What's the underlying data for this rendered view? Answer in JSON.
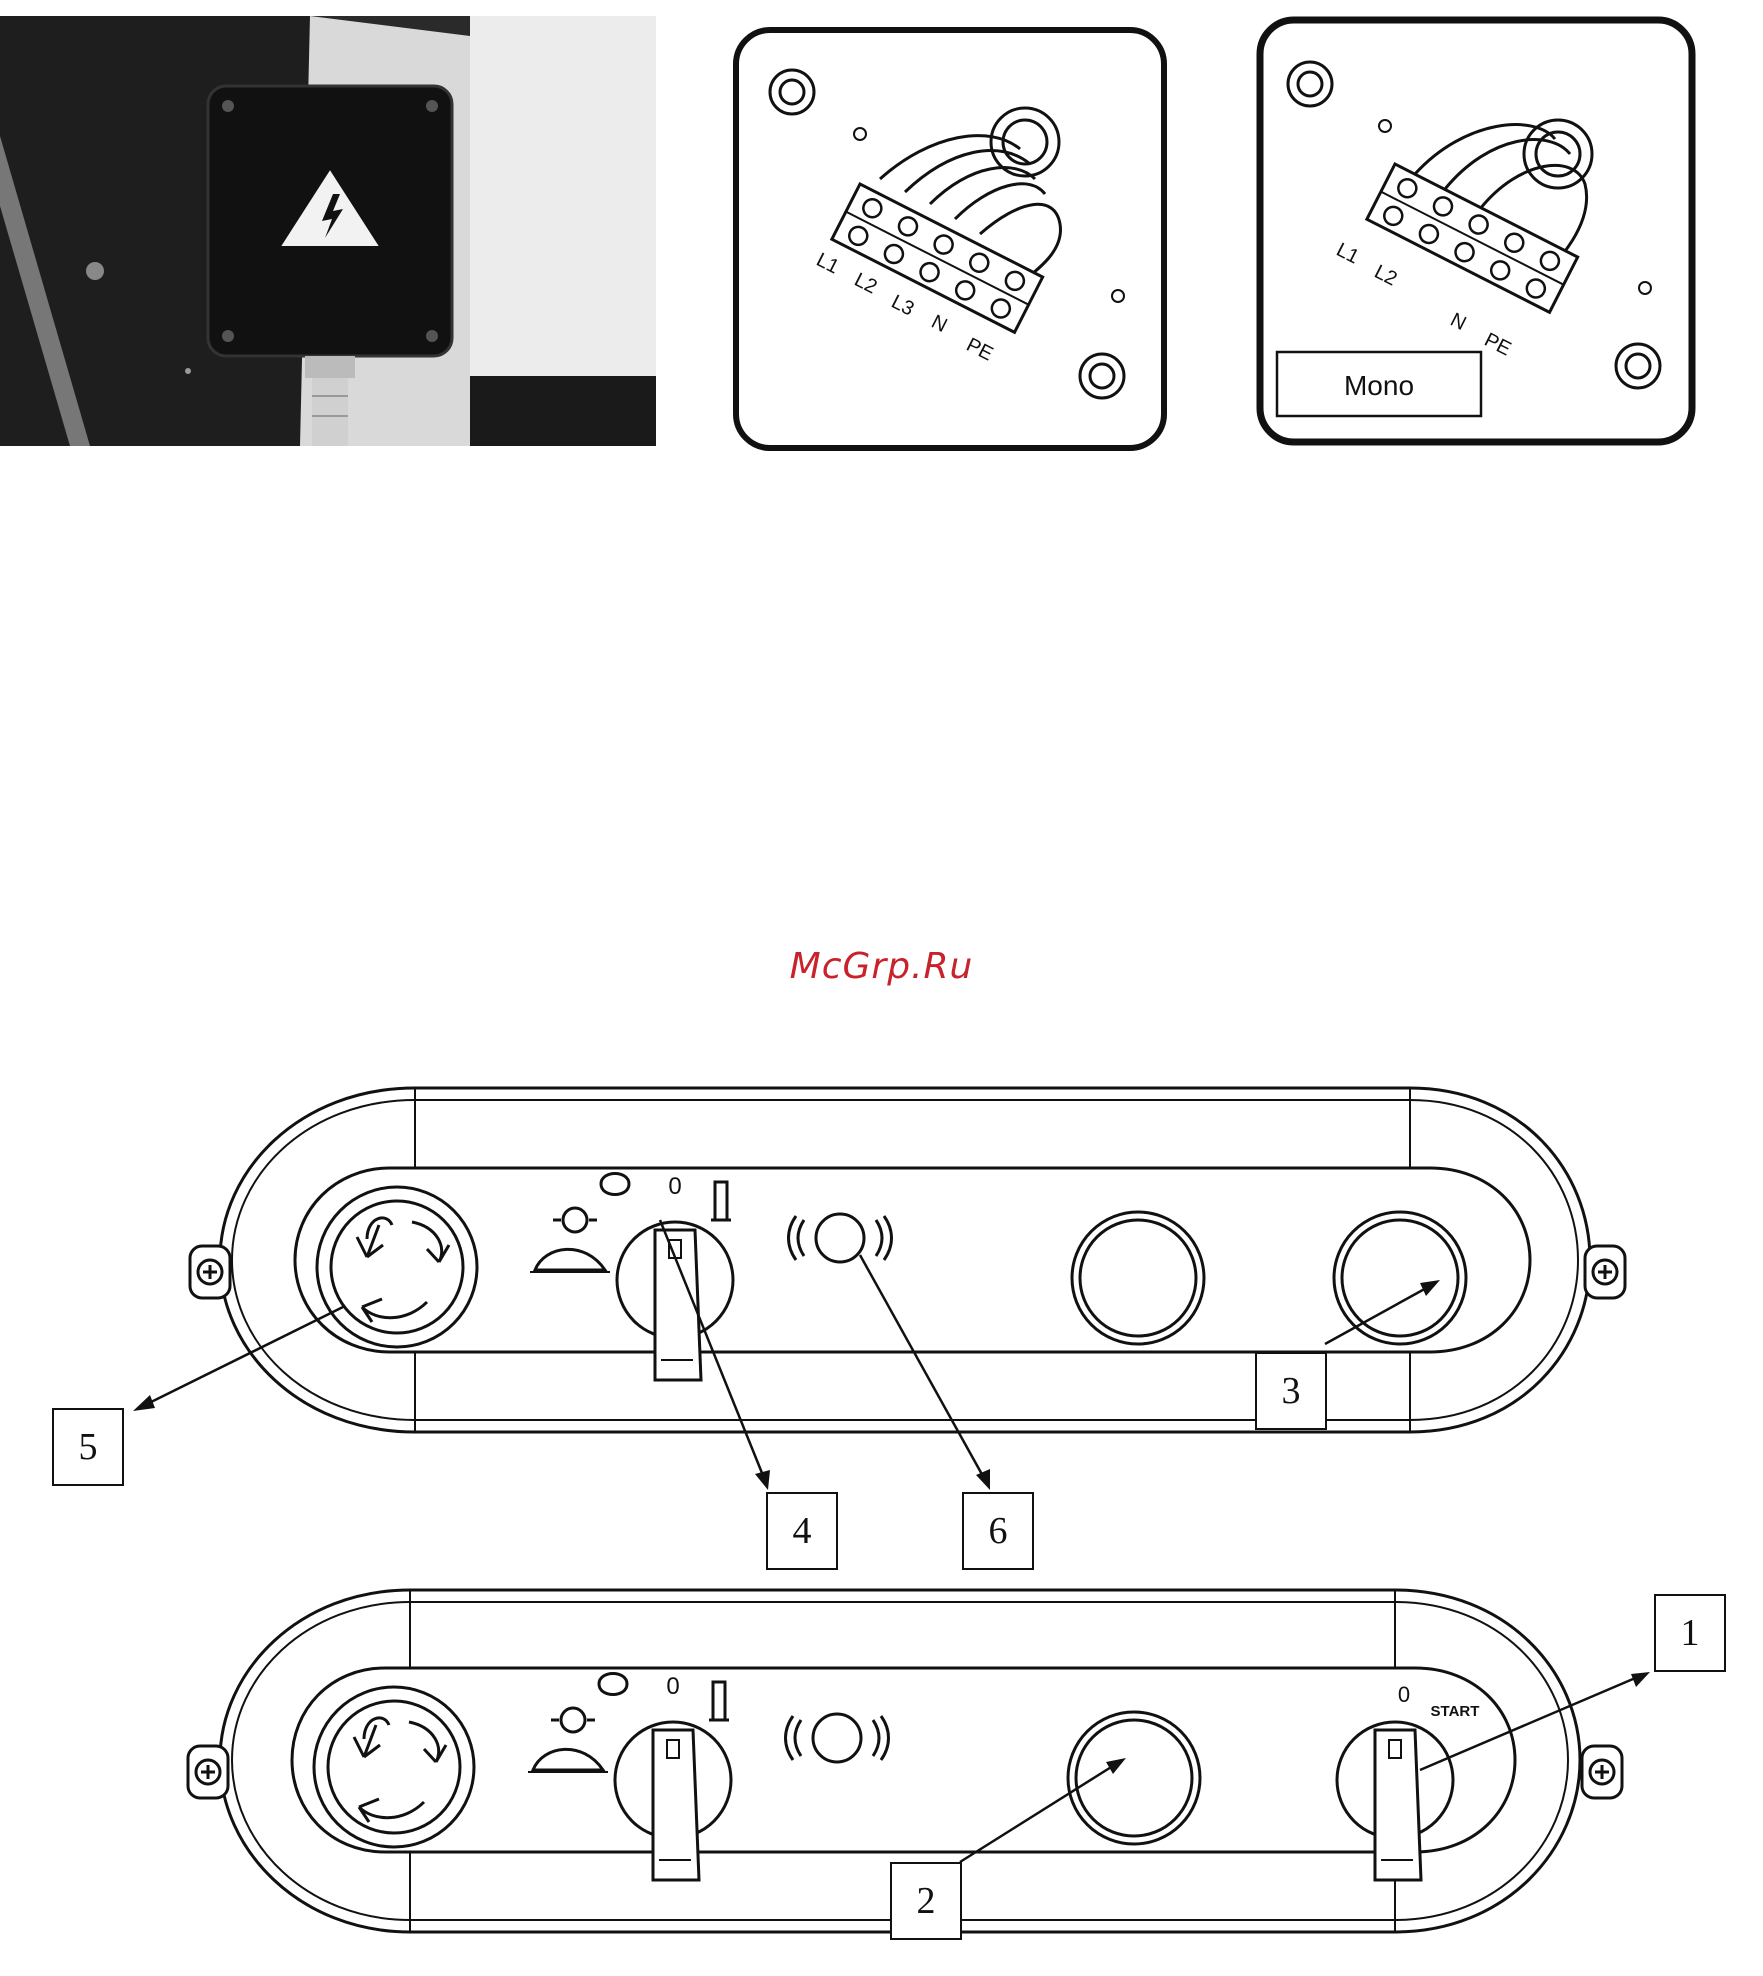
{
  "watermark": "McGrp.Ru",
  "photo": {
    "icons": [
      "junction-box",
      "high-voltage-warning-icon",
      "cable-gland"
    ]
  },
  "wiring_three_phase": {
    "terminals": [
      "L1",
      "L2",
      "L3",
      "N",
      "PE"
    ],
    "terminal_subscripts": [
      "1",
      "2",
      "3"
    ]
  },
  "wiring_mono": {
    "terminals": [
      "L1",
      "L2",
      "N",
      "PE"
    ],
    "label": "Mono"
  },
  "panels": {
    "selector_zero": "0",
    "start_zero": "0",
    "start_label": "START",
    "callouts": {
      "c1": "1",
      "c2": "2",
      "c3": "3",
      "c4": "4",
      "c5": "5",
      "c6": "6"
    }
  },
  "colors": {
    "watermark": "#c8232c",
    "line": "#111111",
    "photo_bg": "#2b2b2b"
  }
}
